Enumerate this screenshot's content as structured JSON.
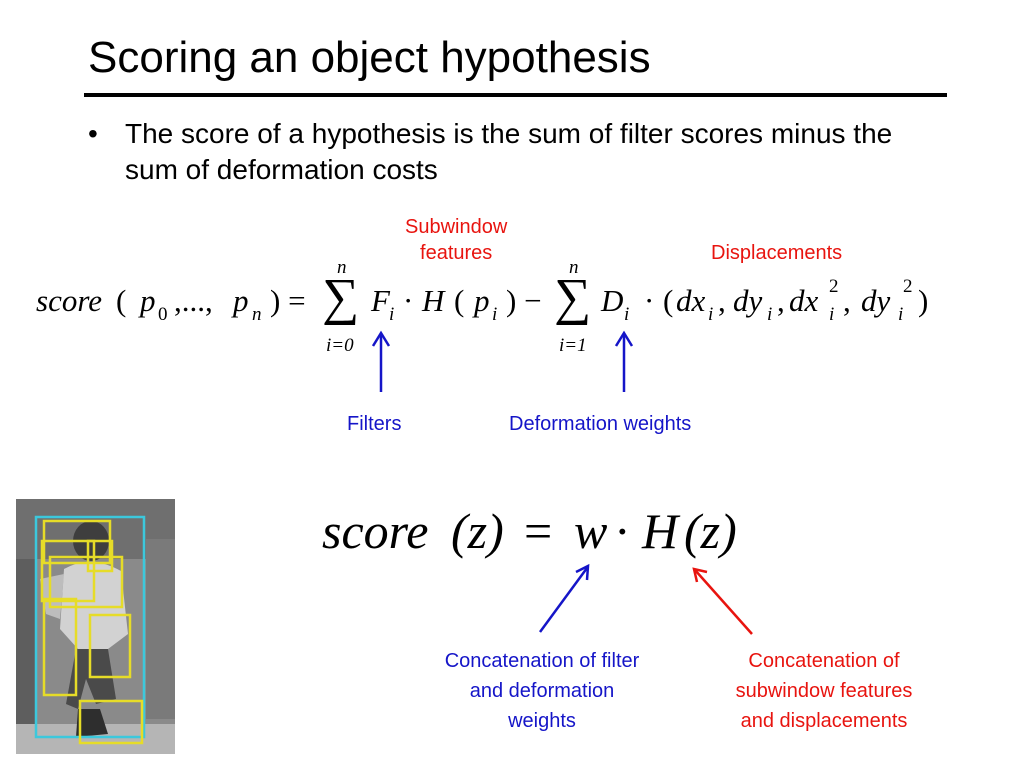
{
  "slide": {
    "title": "Scoring an object hypothesis",
    "bullet": "The score of a hypothesis is the sum of filter scores minus the sum of deformation costs"
  },
  "equation1": {
    "lhs_word": "score",
    "lp": "(",
    "p0": "p",
    "sub0": "0",
    "dots": ",...,",
    "pn": "p",
    "subn": "n",
    "rp_eq": ") =",
    "sum1_top": "n",
    "sum1_bottom": "i=0",
    "F": "F",
    "subi_F": "i",
    "dot1": "·",
    "H": "H",
    "lpH": "(",
    "pi": "p",
    "subi_p": "i",
    "rp_minus": ") −",
    "sum2_top": "n",
    "sum2_bottom": "i=1",
    "D": "D",
    "subi_D": "i",
    "dot2": "·",
    "disp_open": "(",
    "dx": "dx",
    "subi_dx": "i",
    "c1": ",",
    "dy": "dy",
    "subi_dy": "i",
    "c2": ",",
    "dx2": "dx",
    "subi_dx2": "i",
    "sup_dx2": "2",
    "c3": ",",
    "dy2": "dy",
    "subi_dy2": "i",
    "sup_dy2": "2",
    "disp_close": ")"
  },
  "labels": {
    "subwindow_features": [
      "Subwindow",
      "features"
    ],
    "displacements": "Displacements",
    "filters": "Filters",
    "deformation_weights": "Deformation weights"
  },
  "equation2": {
    "score": "score",
    "z_paren": "(z)",
    "equals": "=",
    "w": "w",
    "dot": "·",
    "H": "H",
    "z_paren2": "(z)"
  },
  "descriptions": {
    "left": [
      "Concatenation of filter",
      "and deformation",
      "weights"
    ],
    "right": [
      "Concatenation of",
      "subwindow features",
      "and displacements"
    ]
  },
  "colors": {
    "label_red": "#e8140f",
    "label_blue": "#1515c8",
    "box_cyan": "#3cc8dc",
    "box_yellow": "#e6dc28"
  }
}
